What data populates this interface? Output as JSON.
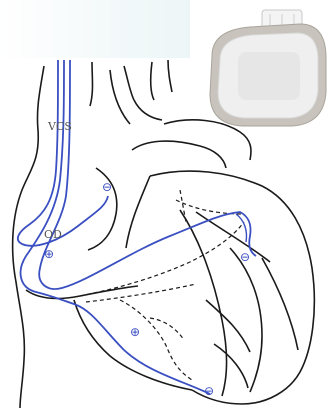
{
  "diagram": {
    "labels": {
      "vcs": "VCS",
      "od": "OD"
    },
    "markers": [
      {
        "id": "minus-upper",
        "text": "⊖"
      },
      {
        "id": "plus-atrium",
        "text": "⊕"
      },
      {
        "id": "minus-lateral",
        "text": "⊖"
      },
      {
        "id": "plus-ventricle",
        "text": "⊕"
      },
      {
        "id": "minus-apex",
        "text": "⊖"
      }
    ],
    "colors": {
      "lead": "#3a4fc1",
      "outline": "#1a1a1a",
      "device_shell": "#c9c5bf",
      "device_header": "#eeeeee"
    }
  }
}
